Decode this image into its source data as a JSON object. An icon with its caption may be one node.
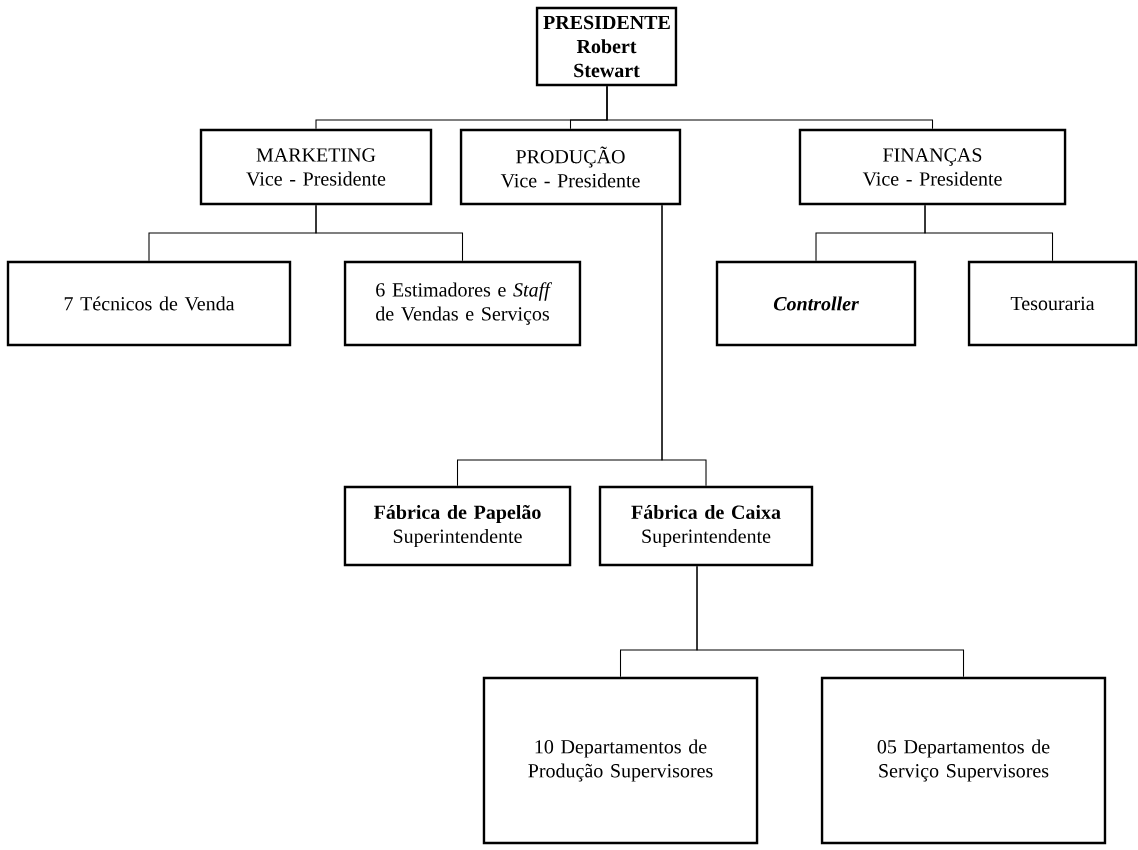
{
  "diagram": {
    "nodes": [
      {
        "text": [
          "PRESIDENTE",
          "Robert Stewart"
        ]
      },
      {
        "text": [
          "MARKETING",
          "Vice - Presidente"
        ]
      },
      {
        "text": [
          "PRODUÇÃO",
          "Vice - Presidente"
        ]
      },
      {
        "text": [
          "FINANÇAS",
          "Vice - Presidente"
        ]
      },
      {
        "text": [
          "7 Técnicos de Venda"
        ]
      },
      {
        "text": [
          "6 Estimadores e *Staff* de Vendas e Serviços"
        ]
      },
      {
        "text": [
          "Controller"
        ]
      },
      {
        "text": [
          "Tesouraria"
        ]
      },
      {
        "text": [
          "Fábrica de Papelão",
          "Superintendente"
        ]
      },
      {
        "text": [
          "Fábrica de Caixa",
          "Superintendente"
        ]
      },
      {
        "text": [
          "10 Departamentos de Produção Supervisores"
        ]
      },
      {
        "text": [
          "05 Departamentos de Serviço Supervisores"
        ]
      }
    ],
    "edges": [
      {
        "from": 0,
        "to": 1,
        "arrow": "none"
      },
      {
        "from": 0,
        "to": 2,
        "arrow": "none"
      },
      {
        "from": 0,
        "to": 3,
        "arrow": "none"
      },
      {
        "from": 1,
        "to": 4,
        "arrow": "none"
      },
      {
        "from": 1,
        "to": 5,
        "arrow": "none"
      },
      {
        "from": 3,
        "to": 6,
        "arrow": "none"
      },
      {
        "from": 3,
        "to": 7,
        "arrow": "none"
      },
      {
        "from": 2,
        "to": 8,
        "arrow": "none"
      },
      {
        "from": 2,
        "to": 9,
        "arrow": "none"
      },
      {
        "from": 9,
        "to": 10,
        "arrow": "none"
      },
      {
        "from": 9,
        "to": 11,
        "arrow": "none"
      }
    ]
  }
}
